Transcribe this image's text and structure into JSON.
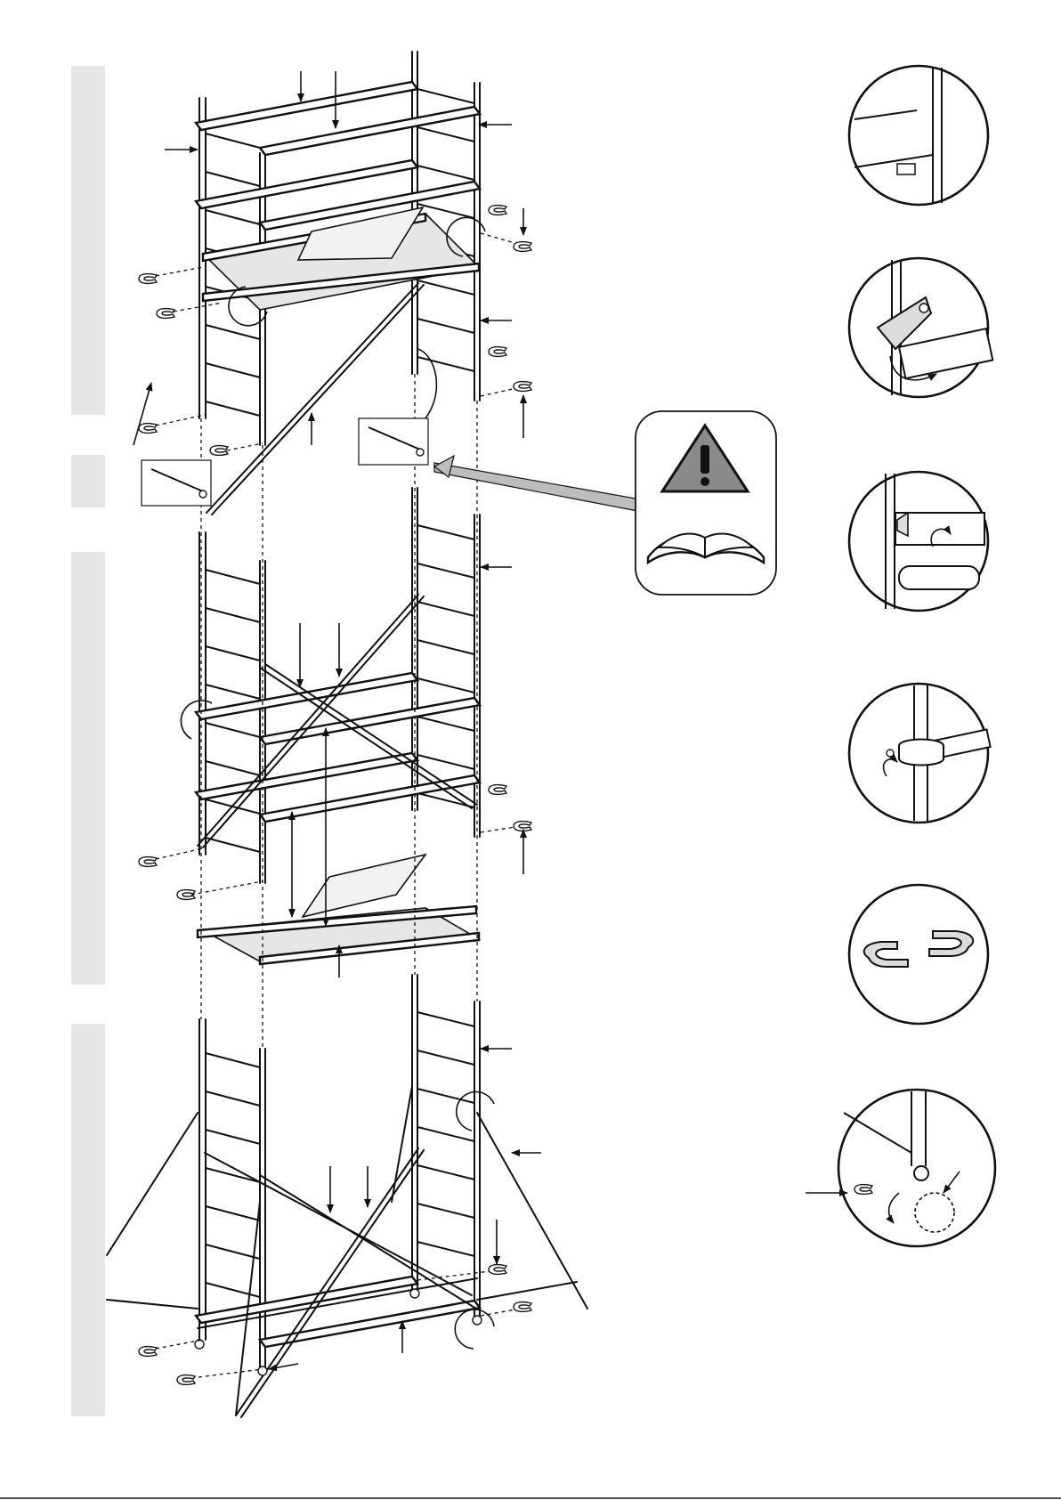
{
  "diagram": {
    "step_count": 4,
    "detail_views": [
      "frame-lock-detail",
      "hook-latch-detail",
      "wing-nut-detail",
      "tube-clamp-detail",
      "c-clip-detail",
      "caster-brake-detail"
    ],
    "warning": {
      "icons": [
        "warning-triangle-icon",
        "open-manual-icon"
      ],
      "colors": {
        "triangle_fill": "#8a8a8a",
        "exclamation": "#111111",
        "panel_border": "#111111",
        "arrow_fill": "#bdbdbd"
      }
    },
    "colors": {
      "step_bar": "#e6e6e6",
      "platform_fill": "#e6e6e6",
      "line": "#111111"
    }
  }
}
